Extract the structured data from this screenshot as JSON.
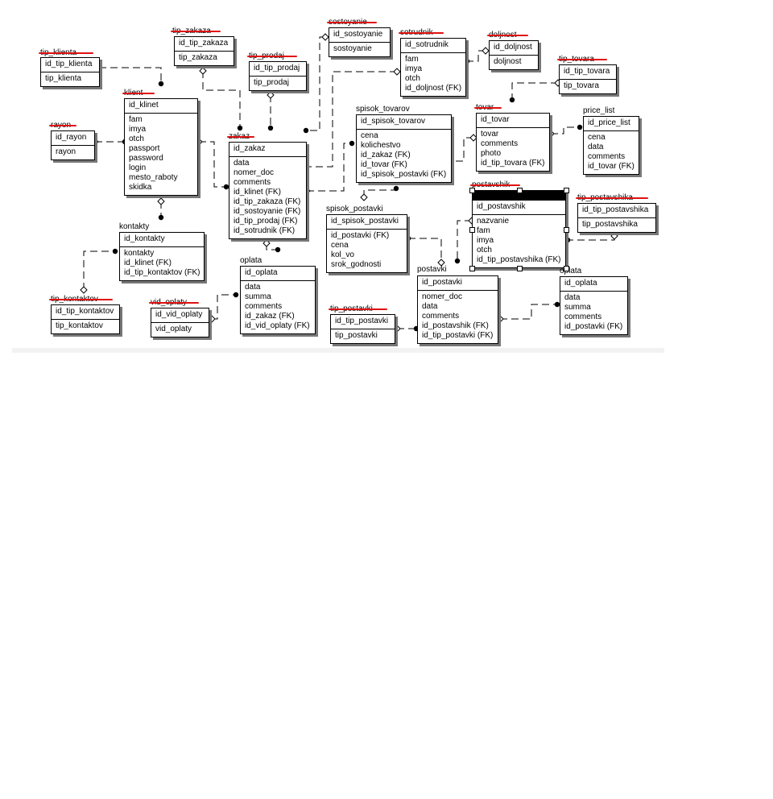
{
  "entities": {
    "tip_klienta": {
      "title": "tip_klienta",
      "pk": "id_tip_klienta",
      "attrs": [
        "tip_klienta"
      ]
    },
    "tip_zakaza": {
      "title": "tip_zakaza",
      "pk": "id_tip_zakaza",
      "attrs": [
        "tip_zakaza"
      ]
    },
    "tip_prodaj": {
      "title": "tip_prodaj",
      "pk": "id_tip_prodaj",
      "attrs": [
        "tip_prodaj"
      ]
    },
    "sostoyanie": {
      "title": "sostoyanie",
      "pk": "id_sostoyanie",
      "attrs": [
        "sostoyanie"
      ]
    },
    "sotrudnik": {
      "title": "sotrudnik",
      "pk": "id_sotrudnik",
      "attrs": [
        "fam",
        "imya",
        "otch",
        "id_doljnost (FK)"
      ]
    },
    "doljnost": {
      "title": "doljnost",
      "pk": "id_doljnost",
      "attrs": [
        "doljnost"
      ]
    },
    "tip_tovara": {
      "title": "tip_tovara",
      "pk": "id_tip_tovara",
      "attrs": [
        "tip_tovara"
      ]
    },
    "klient": {
      "title": "klient",
      "pk": "id_klinet",
      "attrs": [
        "fam",
        "imya",
        "otch",
        "passport",
        "password",
        "login",
        "mesto_raboty",
        "skidka"
      ]
    },
    "rayon": {
      "title": "rayon",
      "pk": "id_rayon",
      "attrs": [
        "rayon"
      ]
    },
    "zakaz": {
      "title": "zakaz",
      "pk": "id_zakaz",
      "attrs": [
        "data",
        "nomer_doc",
        "comments",
        "id_klinet (FK)",
        "id_tip_zakaza (FK)",
        "id_sostoyanie (FK)",
        "id_tip_prodaj (FK)",
        "id_sotrudnik (FK)"
      ]
    },
    "spisok_tovarov": {
      "title": "spisok_tovarov",
      "pk": "id_spisok_tovarov",
      "attrs": [
        "cena",
        "kolichestvo",
        "id_zakaz (FK)",
        "id_tovar (FK)",
        "id_spisok_postavki (FK)"
      ]
    },
    "tovar": {
      "title": "tovar",
      "pk": "id_tovar",
      "attrs": [
        "tovar",
        "comments",
        "photo",
        "id_tip_tovara (FK)"
      ]
    },
    "price_list": {
      "title": "price_list",
      "pk": "id_price_list",
      "attrs": [
        "cena",
        "data",
        "comments",
        "id_tovar (FK)"
      ]
    },
    "postavshik": {
      "title": "postavshik",
      "pk": "id_postavshik",
      "attrs": [
        "nazvanie",
        "fam",
        "imya",
        "otch",
        "id_tip_postavshika (FK)"
      ]
    },
    "tip_postavshika": {
      "title": "tip_postavshika",
      "pk": "id_tip_postavshika",
      "attrs": [
        "tip_postavshika"
      ]
    },
    "kontakty": {
      "title": "kontakty",
      "pk": "id_kontakty",
      "attrs": [
        "kontakty",
        "id_klinet (FK)",
        "id_tip_kontaktov (FK)"
      ]
    },
    "spisok_postavki": {
      "title": "spisok_postavki",
      "pk": "id_spisok_postavki",
      "attrs": [
        "id_postavki (FK)",
        "cena",
        "kol_vo",
        "srok_godnosti"
      ]
    },
    "tip_kontaktov": {
      "title": "tip_kontaktov",
      "pk": "id_tip_kontaktov",
      "attrs": [
        "tip_kontaktov"
      ]
    },
    "vid_oplaty": {
      "title": "vid_oplaty",
      "pk": "id_vid_oplaty",
      "attrs": [
        "vid_oplaty"
      ]
    },
    "oplata": {
      "title": "oplata",
      "pk": "id_oplata",
      "attrs": [
        "data",
        "summa",
        "comments",
        "id_zakaz (FK)",
        "id_vid_oplaty (FK)"
      ]
    },
    "tip_postavki": {
      "title": "tip_postavki",
      "pk": "id_tip_postavki",
      "attrs": [
        "tip_postavki"
      ]
    },
    "postavki": {
      "title": "postavki",
      "pk": "id_postavki",
      "attrs": [
        "nomer_doc",
        "data",
        "comments",
        "id_postavshik (FK)",
        "id_tip_postavki (FK)"
      ]
    },
    "oplata2": {
      "title": "oplata",
      "pk": "id_oplata",
      "attrs": [
        "data",
        "summa",
        "comments",
        "id_postavki (FK)"
      ]
    }
  },
  "colors": {
    "strike": "#e01010",
    "line": "#000000",
    "shadow": "#777777"
  }
}
